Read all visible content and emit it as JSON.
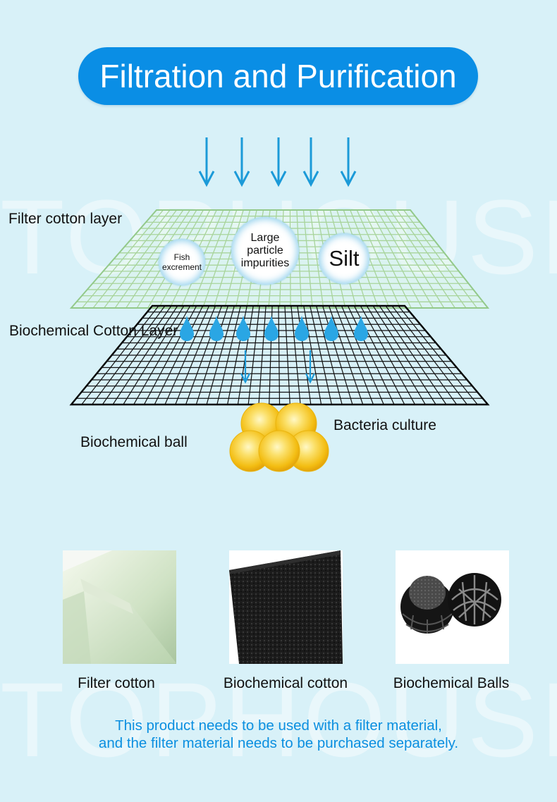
{
  "watermark": "TOPHOUSE",
  "title": "Filtration and Purification",
  "layers": {
    "filter_cotton_layer": "Filter cotton layer",
    "biochemical_cotton_layer": "Biochemical Cotton Layer",
    "bacteria_culture": "Bacteria culture",
    "biochemical_ball": "Biochemical ball"
  },
  "impurities": {
    "fish": "Fish excrement",
    "large": "Large particle impurities",
    "silt": "Silt"
  },
  "products": [
    {
      "label": "Filter cotton",
      "image": "filter-cotton-photo"
    },
    {
      "label": "Biochemical cotton",
      "image": "biochemical-cotton-photo"
    },
    {
      "label": "Biochemical Balls",
      "image": "biochemical-balls-photo"
    }
  ],
  "note": {
    "line1": "This product needs to be used with a filter material,",
    "line2": "and the filter material needs to be purchased separately."
  },
  "colors": {
    "background": "#d8f1f8",
    "accent_blue": "#0a8ee5",
    "arrow_blue": "#1b9ad8",
    "green_mesh": "#a8d49b",
    "ball_yellow": "#f7c61c"
  },
  "icons": [
    "down-arrow-icon",
    "water-drop-icon"
  ]
}
